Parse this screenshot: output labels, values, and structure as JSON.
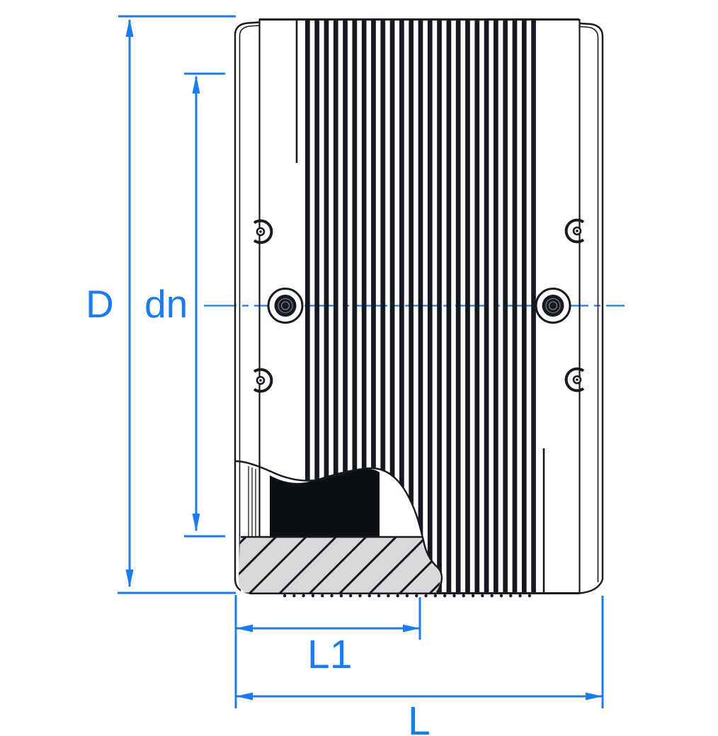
{
  "drawing": {
    "title": "pipe-coupling-dimension-drawing",
    "labels": {
      "d": "D",
      "dn": "dn",
      "l1": "L1",
      "l": "L"
    },
    "colors": {
      "dimension_blue": "#1b7cf2",
      "line_dark": "#171a21",
      "rib_dark": "#15181e",
      "coil_black": "#0c0f14",
      "hatch_gray": "#d9d9d9",
      "background": "#ffffff"
    }
  }
}
